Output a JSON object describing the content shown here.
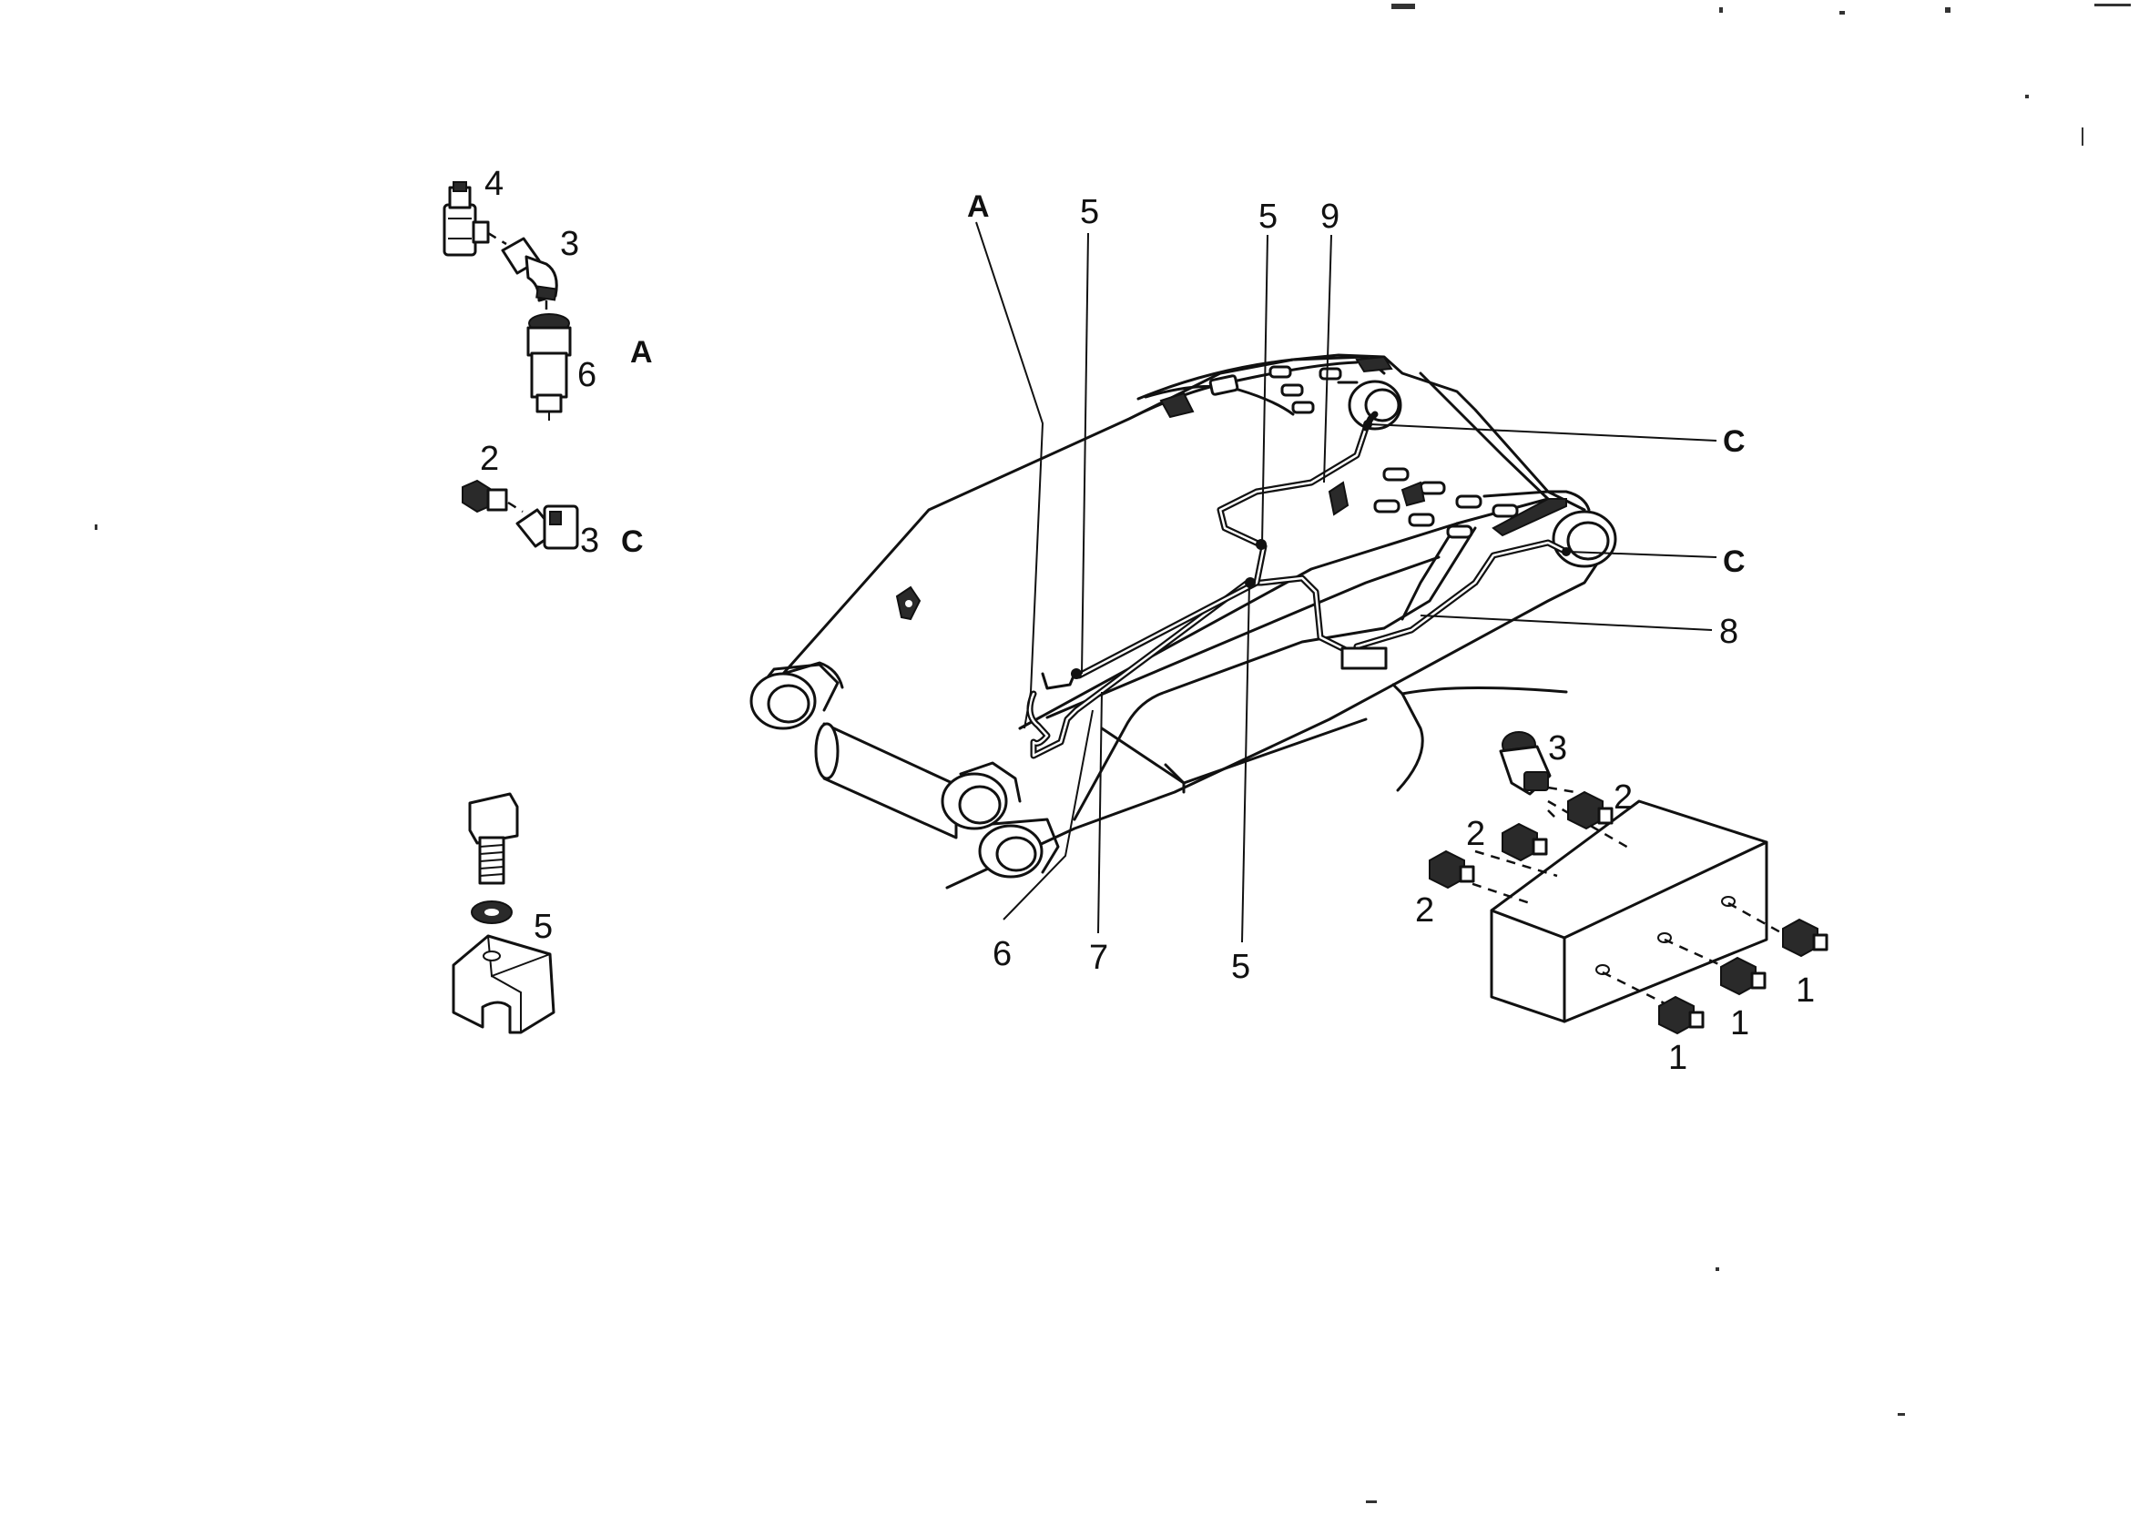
{
  "labels": {
    "detail_a_4": "4",
    "detail_a_3": "3",
    "detail_a_6": "6",
    "detail_a_letter": "A",
    "detail_c_2": "2",
    "detail_c_3": "3",
    "detail_c_letter": "C",
    "detail_5": "5",
    "main_a": "A",
    "main_5_left": "5",
    "main_5_mid": "5",
    "main_9": "9",
    "main_c_upper": "C",
    "main_c_lower": "C",
    "main_8": "8",
    "main_6": "6",
    "main_7": "7",
    "main_5_bottom": "5",
    "block_3": "3",
    "block_2_a": "2",
    "block_2_b": "2",
    "block_2_c": "2",
    "block_1_a": "1",
    "block_1_b": "1",
    "block_1_c": "1"
  }
}
